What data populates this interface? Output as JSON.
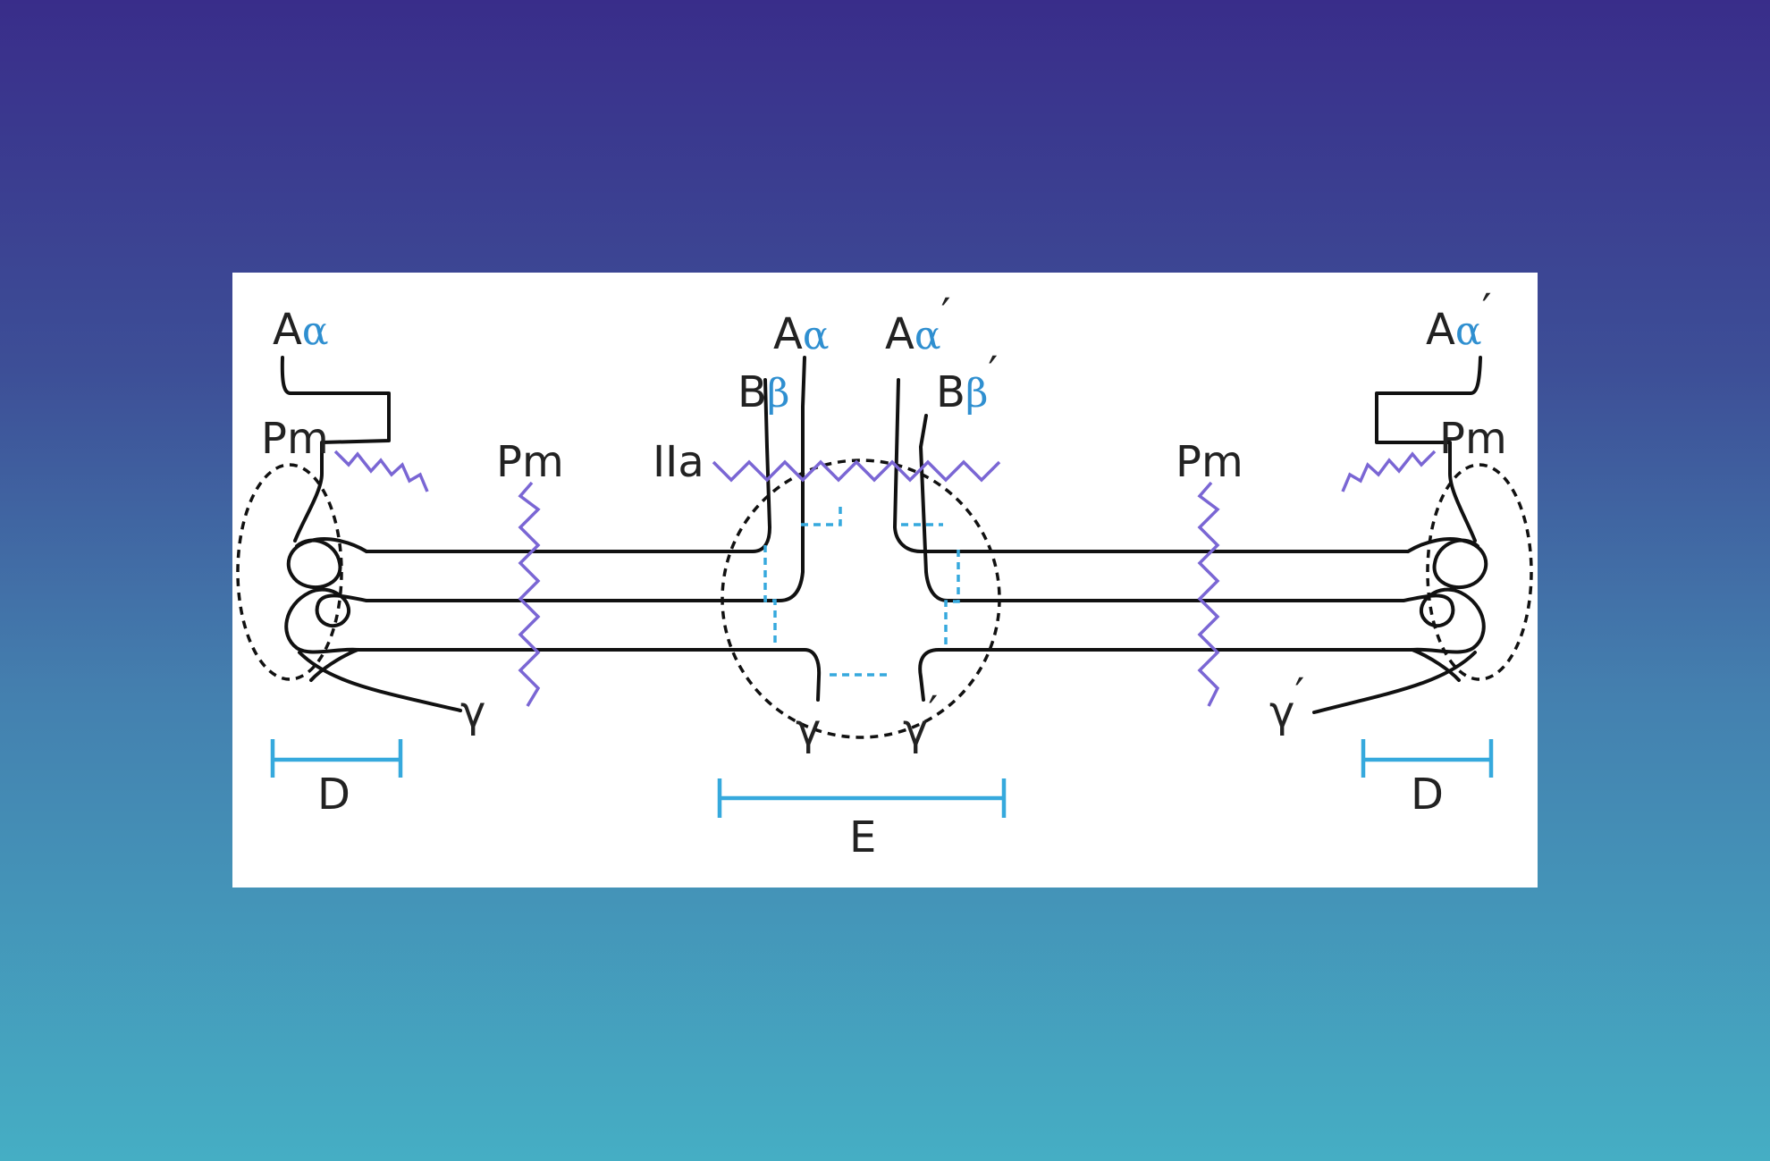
{
  "colors": {
    "background_top": "#392d8a",
    "background_bottom": "#45aec4",
    "card": "#ffffff",
    "chain": "#111111",
    "zigzag": "#7a66d4",
    "domain_bar": "#36a9dd",
    "greek_text": "#2f8fd0"
  },
  "labels": {
    "a_latin": "A",
    "b_latin": "B",
    "alpha": "α",
    "beta": "β",
    "gamma": "γ",
    "prime": "′",
    "pm": "Pm",
    "iia": "IIa",
    "d": "D",
    "e": "E"
  }
}
